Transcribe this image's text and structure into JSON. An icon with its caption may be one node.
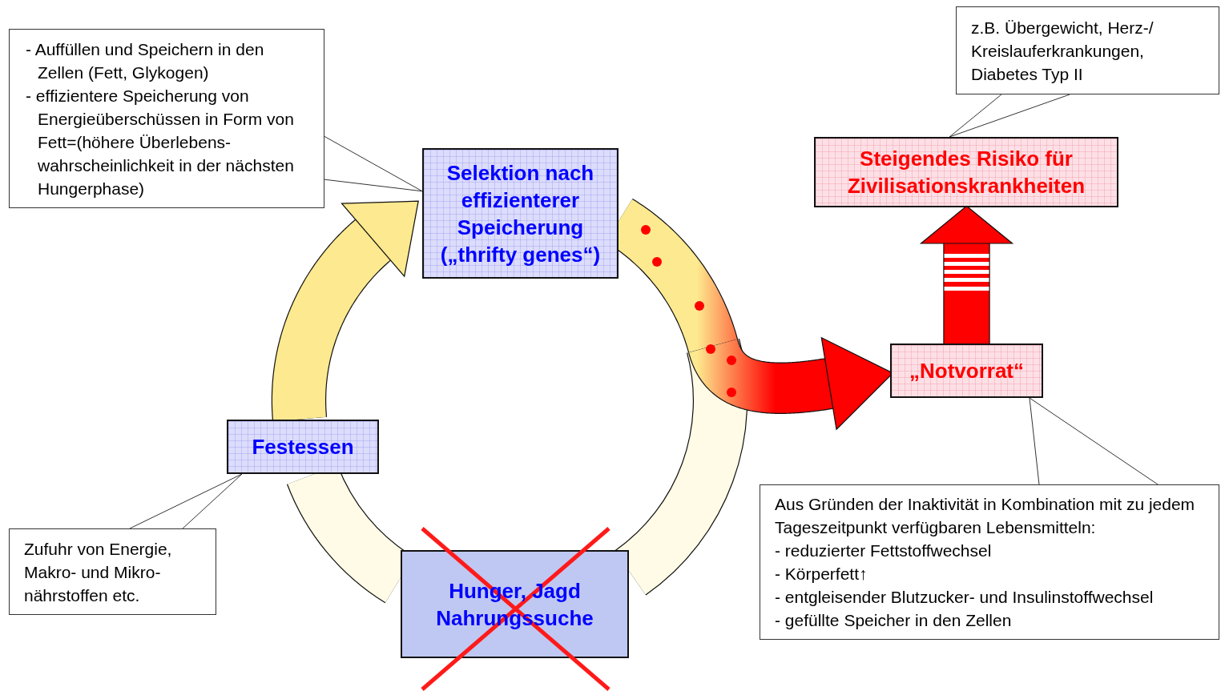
{
  "diagram": {
    "nodes": [
      {
        "text": [
          "- Auffüllen und Speichern in den Zellen (Fett, Glykogen)",
          "- effizientere Speicherung von Energieüberschüssen in Form von Fett=(höhere Überlebens- wahrscheinlichkeit in der nächsten Hungerphase)"
        ]
      },
      {
        "text": [
          "Selektion nach effizienterer Speicherung („thrifty genes“)"
        ]
      },
      {
        "text": [
          "Festessen"
        ]
      },
      {
        "text": [
          "Zufuhr von Energie, Makro- und Mikro- nährstoffen etc."
        ]
      },
      {
        "text": [
          "Hunger, Jagd Nahrungssuche"
        ]
      },
      {
        "text": [
          "z.B. Übergewicht, Herz-/ Kreislauferkrankungen, Diabetes Typ II"
        ]
      },
      {
        "text": [
          "Steigendes Risiko für Zivilisationskrankheiten"
        ]
      },
      {
        "text": [
          "„Notvorrat“"
        ]
      },
      {
        "text": [
          "Aus Gründen der Inaktivität in Kombination mit zu jedem Tageszeitpunkt verfügbaren Lebensmitteln:",
          "- reduzierter Fettstoffwechsel",
          "- Körperfett↑",
          "- entgleisender Blutzucker- und Insulinstoffwechsel",
          "- gefüllte Speicher in den Zellen"
        ]
      }
    ],
    "edges": [
      {
        "from": 0,
        "to": 1,
        "arrow": "none"
      },
      {
        "from": 2,
        "to": 1,
        "arrow": "to",
        "style": "thick",
        "color": "#fde98f"
      },
      {
        "from": 1,
        "to": 7,
        "arrow": "to",
        "style": "thick",
        "color": "#ff0000"
      },
      {
        "from": 1,
        "to": 4,
        "arrow": "none",
        "style": "thick",
        "color": "#fffbe6"
      },
      {
        "from": 4,
        "to": 2,
        "arrow": "none",
        "style": "thick",
        "color": "#fffbe6"
      },
      {
        "from": 7,
        "to": 6,
        "arrow": "to",
        "style": "thick",
        "color": "#ff0000"
      },
      {
        "from": 3,
        "to": 2,
        "arrow": "none"
      },
      {
        "from": 5,
        "to": 6,
        "arrow": "none"
      },
      {
        "from": 8,
        "to": 7,
        "arrow": "none"
      }
    ]
  }
}
